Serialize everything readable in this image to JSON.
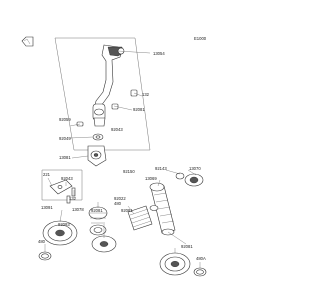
{
  "diagram": {
    "figure_number": "E1000",
    "parts": [
      {
        "id": "p13054",
        "label": "13054"
      },
      {
        "id": "p132",
        "label": "132"
      },
      {
        "id": "p92081",
        "label": "92081"
      },
      {
        "id": "p92059",
        "label": "92059"
      },
      {
        "id": "p92049",
        "label": "92049"
      },
      {
        "id": "p92043",
        "label": "92043"
      },
      {
        "id": "p13081",
        "label": "13081"
      },
      {
        "id": "p13070",
        "label": "13070"
      },
      {
        "id": "p92143",
        "label": "92143"
      },
      {
        "id": "p13069",
        "label": "13069"
      },
      {
        "id": "p92150",
        "label": "92150"
      },
      {
        "id": "p221",
        "label": "221"
      },
      {
        "id": "p92043b",
        "label": "92043"
      },
      {
        "id": "p132b",
        "label": "132"
      },
      {
        "id": "p13091",
        "label": "13091"
      },
      {
        "id": "p480",
        "label": "480"
      },
      {
        "id": "p92093",
        "label": "92093"
      },
      {
        "id": "p92081b",
        "label": "92081"
      },
      {
        "id": "p13078",
        "label": "13078"
      },
      {
        "id": "p92022",
        "label": "92022"
      },
      {
        "id": "p480b",
        "label": "480"
      },
      {
        "id": "p92081c",
        "label": "92081"
      },
      {
        "id": "p92081d",
        "label": "92081"
      },
      {
        "id": "p480A",
        "label": "480A"
      }
    ]
  }
}
